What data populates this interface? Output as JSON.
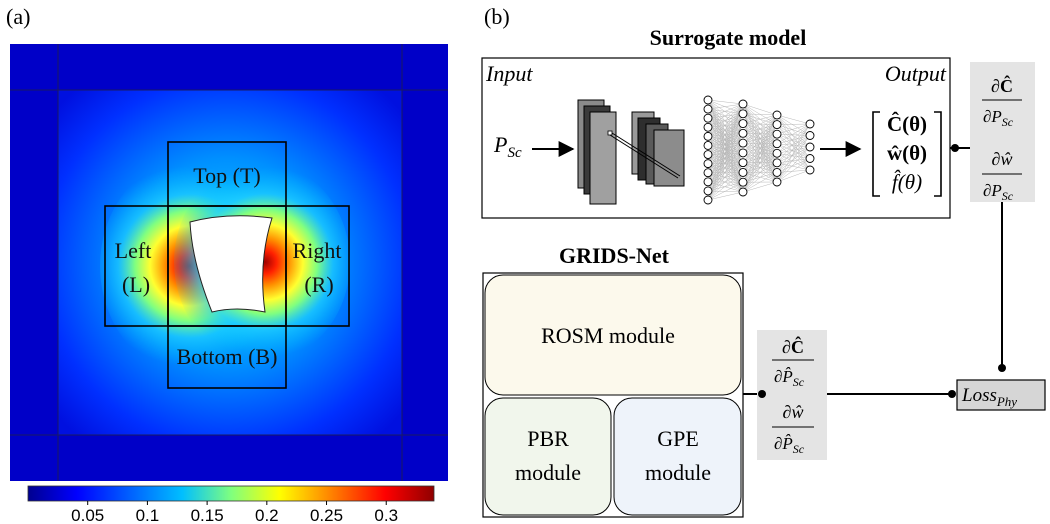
{
  "panel_a": {
    "label": "(a)",
    "regions": {
      "top": "Top (T)",
      "left_line1": "Left",
      "left_line2": "(L)",
      "right_line1": "Right",
      "right_line2": "(R)",
      "bottom": "Bottom (B)"
    },
    "colorbar": {
      "ticks": [
        "0.05",
        "0.1",
        "0.15",
        "0.2",
        "0.25",
        "0.3"
      ],
      "tick_values": [
        0.05,
        0.1,
        0.15,
        0.2,
        0.25,
        0.3
      ],
      "range": [
        0.0,
        0.34
      ],
      "colormap": [
        "#00008f",
        "#0000ff",
        "#00bfff",
        "#7fff7f",
        "#ffff00",
        "#ff7f00",
        "#ff0000",
        "#8f0000"
      ]
    }
  },
  "panel_b": {
    "label": "(b)",
    "surrogate_title": "Surrogate model",
    "input_label": "Input",
    "output_label": "Output",
    "input_symbol": "P",
    "input_sub": "Sc",
    "outputs": [
      "Ĉ(θ)",
      "ŵ(θ)",
      "f̂(θ)"
    ],
    "grad_top": {
      "num1": "∂Ĉ",
      "den1": "∂P",
      "den1_sub": "Sc",
      "num2": "∂ŵ",
      "den2": "∂P",
      "den2_sub": "Sc"
    },
    "grad_bottom": {
      "num1": "∂Ĉ",
      "den1": "∂P̂",
      "den1_sub": "Sc",
      "num2": "∂ŵ",
      "den2": "∂P̂",
      "den2_sub": "Sc"
    },
    "gridsnet_title": "GRIDS-Net",
    "rosm": "ROSM module",
    "pbr_line1": "PBR",
    "pbr_line2": "module",
    "gpe_line1": "GPE",
    "gpe_line2": "module",
    "loss": "Loss",
    "loss_sub": "Phy"
  }
}
